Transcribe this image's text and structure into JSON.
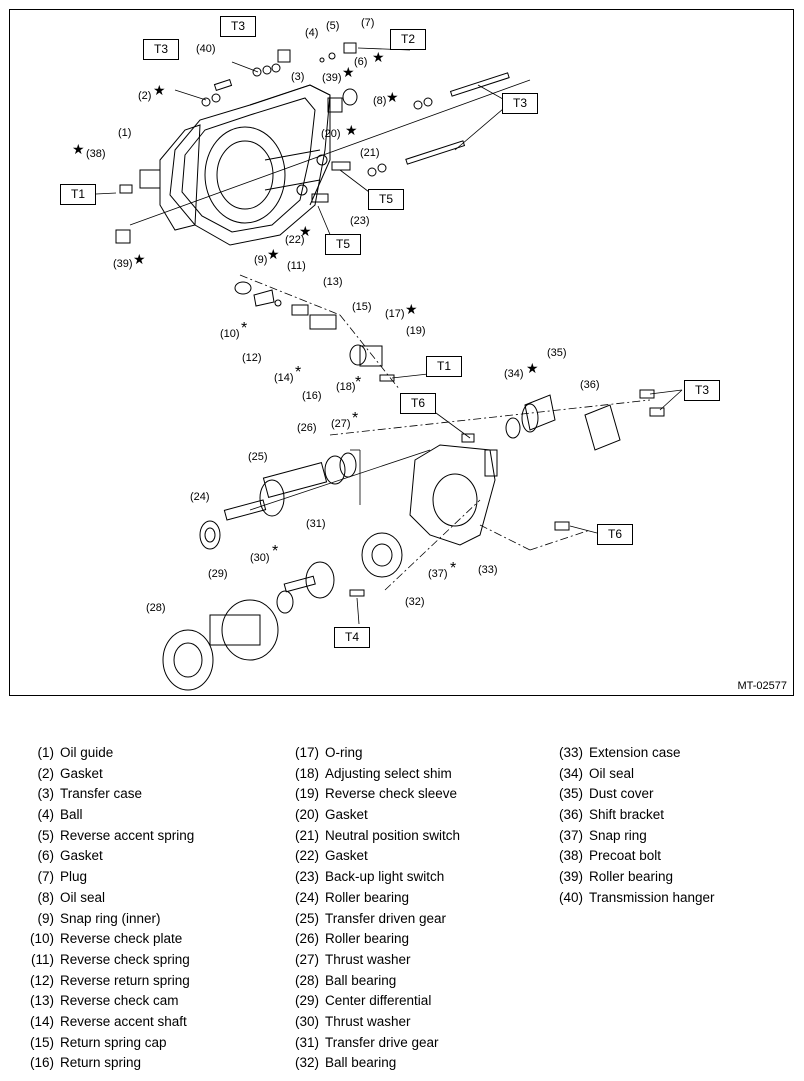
{
  "figure": {
    "id": "MT-02577",
    "tags": {
      "t3_a": "T3",
      "t3_b": "T3",
      "t2": "T2",
      "t3_c": "T3",
      "t1_a": "T1",
      "t5_a": "T5",
      "t5_b": "T5",
      "t1_b": "T1",
      "t6_a": "T6",
      "t3_d": "T3",
      "t6_b": "T6",
      "t4": "T4"
    },
    "callouts": {
      "c40": "(40)",
      "c4": "(4)",
      "c5": "(5)",
      "c7": "(7)",
      "c6": "(6)",
      "c3": "(3)",
      "c39a": "(39)",
      "c8": "(8)",
      "c2": "(2)",
      "c1": "(1)",
      "c38": "(38)",
      "c20": "(20)",
      "c21": "(21)",
      "c23": "(23)",
      "c22": "(22)",
      "c39b": "(39)",
      "c9": "(9)",
      "c11": "(11)",
      "c13": "(13)",
      "c10": "(10)",
      "c12": "(12)",
      "c15": "(15)",
      "c17": "(17)",
      "c19": "(19)",
      "c14": "(14)",
      "c18": "(18)",
      "c16": "(16)",
      "c35": "(35)",
      "c34": "(34)",
      "c36": "(36)",
      "c26": "(26)",
      "c27": "(27)",
      "c25": "(25)",
      "c24": "(24)",
      "c31": "(31)",
      "c30": "(30)",
      "c29": "(29)",
      "c28": "(28)",
      "c37": "(37)",
      "c32": "(32)",
      "c33": "(33)"
    },
    "star_glyph": "★",
    "asterisk_glyph": "*"
  },
  "legend": {
    "col1": [
      {
        "num": "(1)",
        "name": "Oil guide"
      },
      {
        "num": "(2)",
        "name": "Gasket"
      },
      {
        "num": "(3)",
        "name": "Transfer case"
      },
      {
        "num": "(4)",
        "name": "Ball"
      },
      {
        "num": "(5)",
        "name": "Reverse accent spring"
      },
      {
        "num": "(6)",
        "name": "Gasket"
      },
      {
        "num": "(7)",
        "name": "Plug"
      },
      {
        "num": "(8)",
        "name": "Oil seal"
      },
      {
        "num": "(9)",
        "name": "Snap ring (inner)"
      },
      {
        "num": "(10)",
        "name": "Reverse check plate"
      },
      {
        "num": "(11)",
        "name": "Reverse check spring"
      },
      {
        "num": "(12)",
        "name": "Reverse return spring"
      },
      {
        "num": "(13)",
        "name": "Reverse check cam"
      },
      {
        "num": "(14)",
        "name": "Reverse accent shaft"
      },
      {
        "num": "(15)",
        "name": "Return spring cap"
      },
      {
        "num": "(16)",
        "name": "Return spring"
      }
    ],
    "col2": [
      {
        "num": "(17)",
        "name": "O-ring"
      },
      {
        "num": "(18)",
        "name": "Adjusting select shim"
      },
      {
        "num": "(19)",
        "name": "Reverse check sleeve"
      },
      {
        "num": "(20)",
        "name": "Gasket"
      },
      {
        "num": "(21)",
        "name": "Neutral position switch"
      },
      {
        "num": "(22)",
        "name": "Gasket"
      },
      {
        "num": "(23)",
        "name": "Back-up light switch"
      },
      {
        "num": "(24)",
        "name": "Roller bearing"
      },
      {
        "num": "(25)",
        "name": "Transfer driven gear"
      },
      {
        "num": "(26)",
        "name": "Roller bearing"
      },
      {
        "num": "(27)",
        "name": "Thrust washer"
      },
      {
        "num": "(28)",
        "name": "Ball bearing"
      },
      {
        "num": "(29)",
        "name": "Center differential"
      },
      {
        "num": "(30)",
        "name": "Thrust washer"
      },
      {
        "num": "(31)",
        "name": "Transfer drive gear"
      },
      {
        "num": "(32)",
        "name": "Ball bearing"
      }
    ],
    "col3": [
      {
        "num": "(33)",
        "name": "Extension case"
      },
      {
        "num": "(34)",
        "name": "Oil seal"
      },
      {
        "num": "(35)",
        "name": "Dust cover"
      },
      {
        "num": "(36)",
        "name": "Shift bracket"
      },
      {
        "num": "(37)",
        "name": "Snap ring"
      },
      {
        "num": "(38)",
        "name": "Precoat bolt"
      },
      {
        "num": "(39)",
        "name": "Roller bearing"
      },
      {
        "num": "(40)",
        "name": "Transmission hanger"
      }
    ]
  }
}
